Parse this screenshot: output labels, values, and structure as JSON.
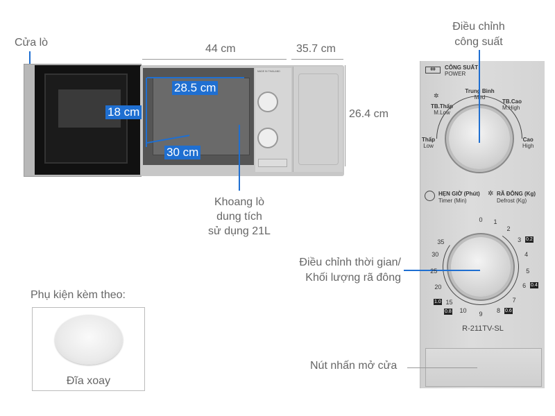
{
  "labels": {
    "door": "Cửa lò",
    "width": "44 cm",
    "depth": "35.7 cm",
    "height": "26.4 cm",
    "cavity_width": "28.5 cm",
    "cavity_height": "18 cm",
    "cavity_depth": "30 cm",
    "cavity_line1": "Khoang lò",
    "cavity_line2": "dung tích",
    "cavity_line3": "sử dụng 21L",
    "power_line1": "Điều chỉnh",
    "power_line2": "công suất",
    "timer_line1": "Điều chỉnh thời gian/",
    "timer_line2": "Khối lượng rã đông",
    "door_button": "Nút nhấn mở cửa",
    "accessories": "Phụ kiện kèm theo:",
    "plate": "Đĩa xoay"
  },
  "panel": {
    "power_vi": "CÔNG SUẤT",
    "power_en": "POWER",
    "levels": [
      {
        "vi": "Thấp",
        "en": "Low"
      },
      {
        "vi": "TB.Thấp",
        "en": "M.Low"
      },
      {
        "vi": "Trung Bình",
        "en": "Med"
      },
      {
        "vi": "TB.Cao",
        "en": "M.High"
      },
      {
        "vi": "Cao",
        "en": "High"
      }
    ],
    "timer_vi": "HẸN GIỜ (Phút)",
    "timer_en": "Timer (Min)",
    "defrost_vi": "RÃ ĐÔNG (Kg)",
    "defrost_en": "Defrost (Kg)",
    "timer_marks": [
      "0",
      "1",
      "2",
      "3",
      "4",
      "5",
      "6",
      "7",
      "8",
      "9",
      "10",
      "15",
      "20",
      "25",
      "30",
      "35"
    ],
    "defrost_marks": [
      "0.2",
      "0.4",
      "0.6",
      "0.8",
      "1.0"
    ],
    "model": "R-211TV-SL"
  },
  "microwave_text": {
    "made_in": "MADE IN THAILAND"
  }
}
